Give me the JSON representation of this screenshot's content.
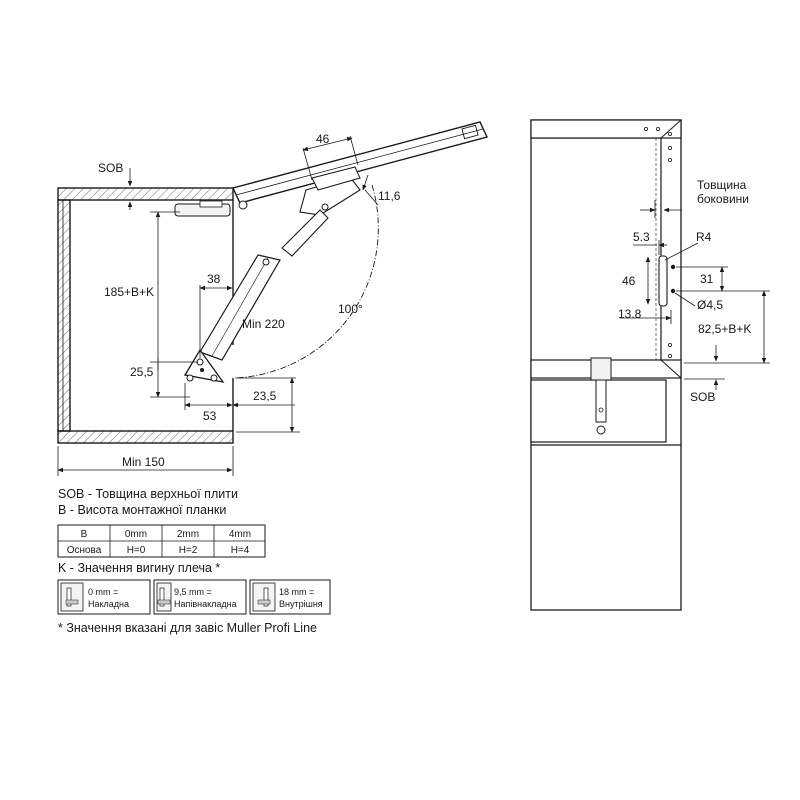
{
  "left": {
    "sob": "SOB",
    "d185": "185+B+K",
    "d38": "38",
    "d25_5": "25,5",
    "d53": "53",
    "d23_5": "23,5",
    "min220": "Min 220",
    "min150": "Min 150",
    "d46": "46",
    "d11_6": "11,6",
    "angle": "100°"
  },
  "right": {
    "thickness_line1": "Товщина",
    "thickness_line2": "боковини",
    "d5_3": "5.3",
    "r4": "R4",
    "d46": "46",
    "d31": "31",
    "d4_5": "Ø4,5",
    "d13_8": "13.8",
    "d82_5": "82,5+B+K",
    "sob": "SOB"
  },
  "legend": {
    "sob_def": "SOB - Товщина верхньої плити",
    "b_def": "B - Висота монтажної планки",
    "table": {
      "header": [
        "B",
        "0mm",
        "2mm",
        "4mm"
      ],
      "row": [
        "Основа",
        "H=0",
        "H=2",
        "H=4"
      ]
    },
    "k_def": "K - Значення вигину плеча *",
    "hinges": [
      {
        "line1": "0 mm =",
        "line2": "Накладна"
      },
      {
        "line1": "9,5 mm =",
        "line2": "Напівнакладна"
      },
      {
        "line1": "18 mm =",
        "line2": "Внутрішня"
      }
    ],
    "footnote": "* Значення вказані для завіс Muller Profi Line"
  }
}
